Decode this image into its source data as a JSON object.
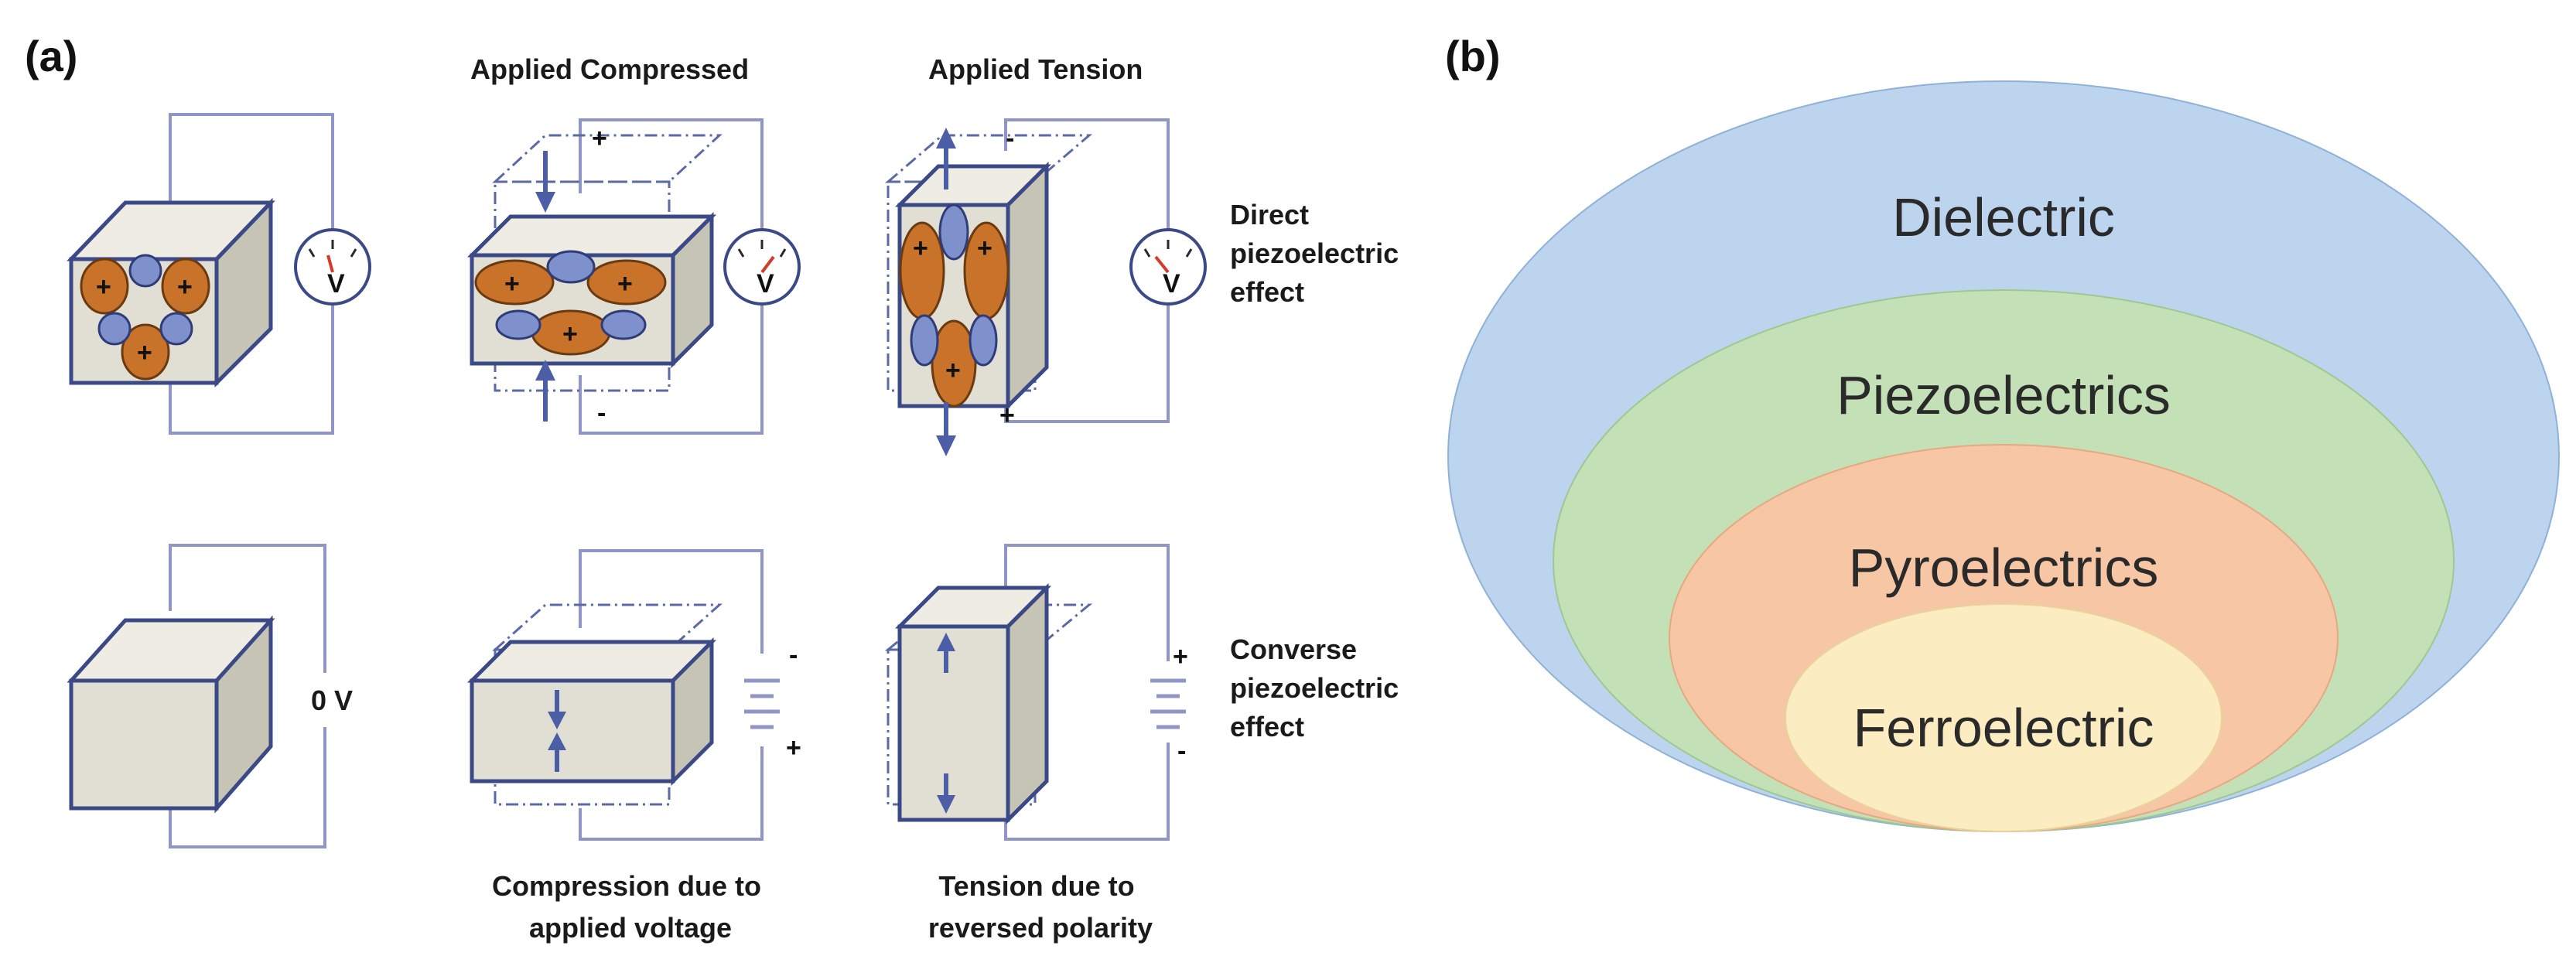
{
  "panel_a": {
    "label": "(a)",
    "col2_title": "Applied Compressed",
    "col3_title": "Applied Tension",
    "row1_caption": [
      "Direct",
      "piezoelectric",
      "effect"
    ],
    "row2_caption": [
      "Converse",
      "piezoelectric",
      "effect"
    ],
    "zero_volt": "0 V",
    "bottom_col2_caption": [
      "Compression due to",
      "applied voltage"
    ],
    "bottom_col3_caption": [
      "Tension due to",
      "reversed polarity"
    ],
    "signs": {
      "plus": "+",
      "minus": "-"
    }
  },
  "panel_b": {
    "label": "(b)",
    "layers": [
      {
        "label": "Dielectric",
        "color": "#bcd4ee"
      },
      {
        "label": "Piezoelectrics",
        "color": "#c4e0b7"
      },
      {
        "label": "Pyroelectrics",
        "color": "#f7c6a5"
      },
      {
        "label": "Ferroelectric",
        "color": "#fcecc2"
      }
    ]
  },
  "colors": {
    "orange_charge": "#c9732a",
    "blue_charge": "#7f91cc",
    "wire": "#8f95c4",
    "arrow": "#4b5ea6"
  }
}
